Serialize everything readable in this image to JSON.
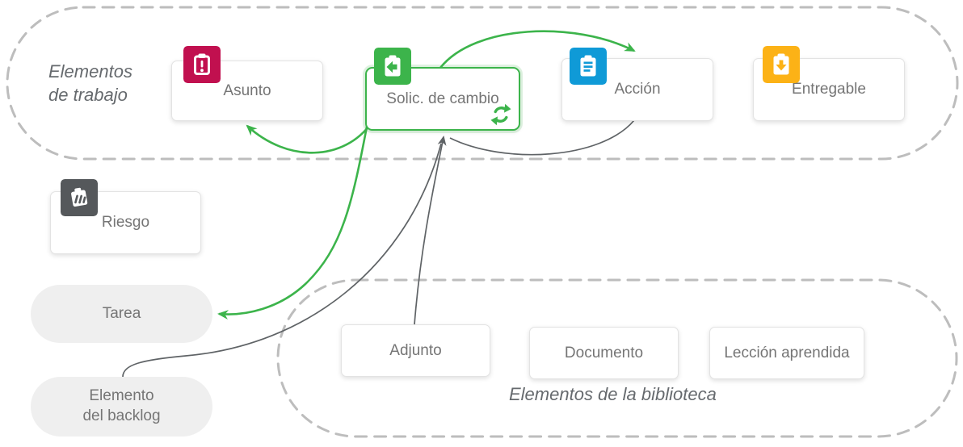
{
  "groups": {
    "work_items": {
      "label": "Elementos\nde trabajo"
    },
    "library_items": {
      "label": "Elementos de la biblioteca"
    }
  },
  "nodes": {
    "asunto": {
      "label": "Asunto",
      "icon": "issue-clipboard-exclamation-icon",
      "color": "#c1104f"
    },
    "solic_de_cambio": {
      "label": "Solic. de cambio",
      "icon": "change-request-clipboard-icon",
      "color": "#3cb44b",
      "badge": "sync-icon"
    },
    "accion": {
      "label": "Acción",
      "icon": "action-clipboard-checklist-icon",
      "color": "#0f9ad7"
    },
    "entregable": {
      "label": "Entregable",
      "icon": "deliverable-clipboard-arrow-icon",
      "color": "#fcb216"
    },
    "riesgo": {
      "label": "Riesgo",
      "icon": "risk-icon",
      "color": "#55585b"
    },
    "tarea": {
      "label": "Tarea"
    },
    "elemento_del_backlog": {
      "label": "Elemento\ndel backlog"
    },
    "adjunto": {
      "label": "Adjunto"
    },
    "documento": {
      "label": "Documento"
    },
    "leccion_aprendida": {
      "label": "Lección aprendida"
    }
  },
  "edges": [
    {
      "from": "solic_de_cambio",
      "to": "asunto",
      "color": "#3cb44b"
    },
    {
      "from": "solic_de_cambio",
      "to": "accion",
      "color": "#3cb44b"
    },
    {
      "from": "solic_de_cambio",
      "to": "tarea",
      "color": "#3cb44b"
    },
    {
      "from": "accion",
      "to": "solic_de_cambio",
      "color": "#5f6366"
    },
    {
      "from": "adjunto",
      "to": "solic_de_cambio",
      "color": "#5f6366"
    },
    {
      "from": "elemento_del_backlog",
      "to": "solic_de_cambio",
      "color": "#5f6366"
    }
  ],
  "palette": {
    "accent_green": "#3cb44b",
    "arrow_gray": "#5f6366",
    "dashed_outline": "#bdbdbd",
    "card_text": "#757575",
    "group_label_text": "#666a6e",
    "pill_background": "#efefef"
  }
}
